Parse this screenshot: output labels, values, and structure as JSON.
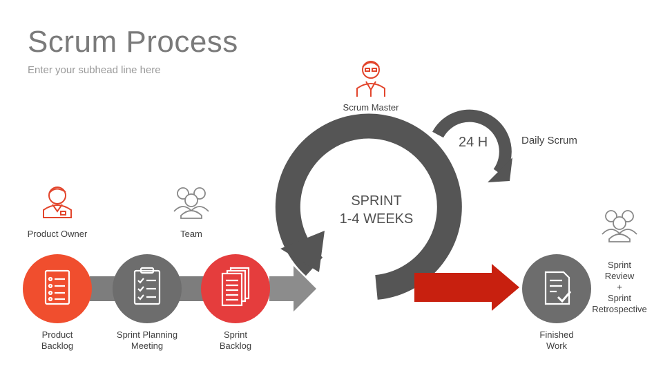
{
  "header": {
    "title": "Scrum Process",
    "subtitle": "Enter your subhead line here"
  },
  "roles": {
    "scrum_master": "Scrum Master",
    "product_owner": "Product Owner",
    "team": "Team"
  },
  "sprint": {
    "line1": "SPRINT",
    "line2": "1-4 WEEKS"
  },
  "daily": {
    "cycle": "24 H",
    "label": "Daily Scrum"
  },
  "steps": [
    {
      "label": "Product\nBacklog",
      "icon": "list-document-icon",
      "color": "#f04e2e"
    },
    {
      "label": "Sprint Planning\nMeeting",
      "icon": "clipboard-checklist-icon",
      "color": "#6d6d6d"
    },
    {
      "label": "Sprint\nBacklog",
      "icon": "stacked-documents-icon",
      "color": "#e53d3d"
    },
    {
      "label": "Finished\nWork",
      "icon": "document-check-icon",
      "color": "#6d6d6d"
    }
  ],
  "review": {
    "label": "Sprint\nReview\n+\nSprint\nRetrospective"
  },
  "colors": {
    "accent_red": "#e2452c",
    "dark_red": "#c8200f",
    "dark_gray": "#555555",
    "mid_gray": "#7d7d7d",
    "light_gray": "#8c8c8c"
  }
}
